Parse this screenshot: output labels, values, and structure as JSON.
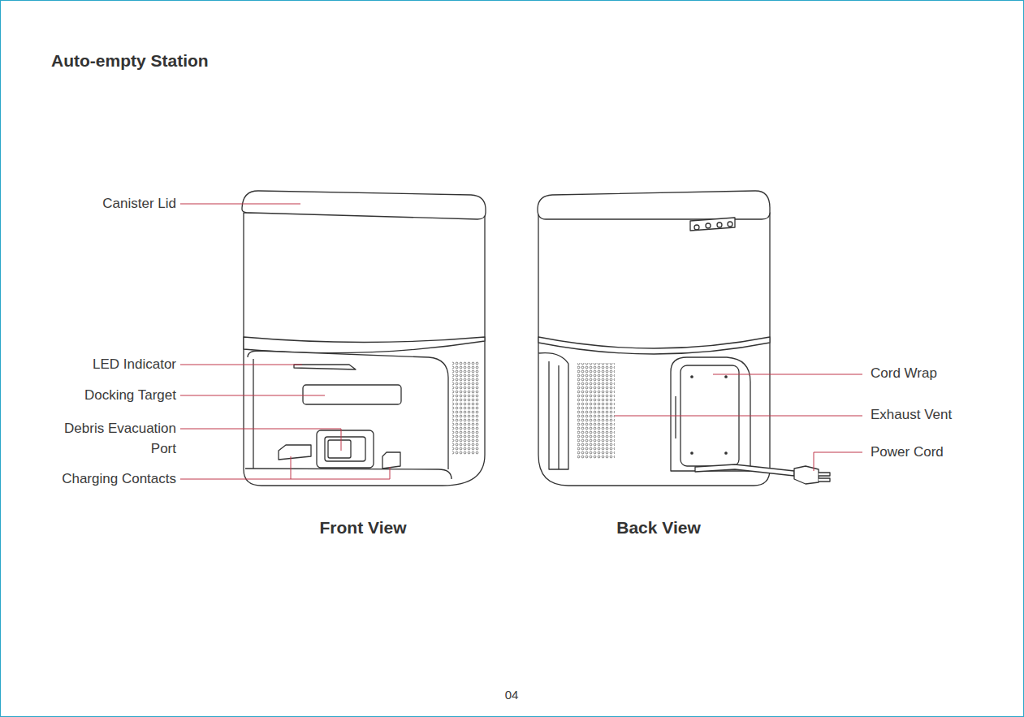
{
  "diagram": {
    "title": "Auto-empty Station",
    "labels": [
      "Canister Lid",
      "LED Indicator",
      "Docking Target",
      "Debris Evacuation Port",
      "Charging Contacts",
      "Cord Wrap",
      "Exhaust Vent",
      "Power Cord",
      "Front View",
      "Back View",
      "04"
    ]
  }
}
